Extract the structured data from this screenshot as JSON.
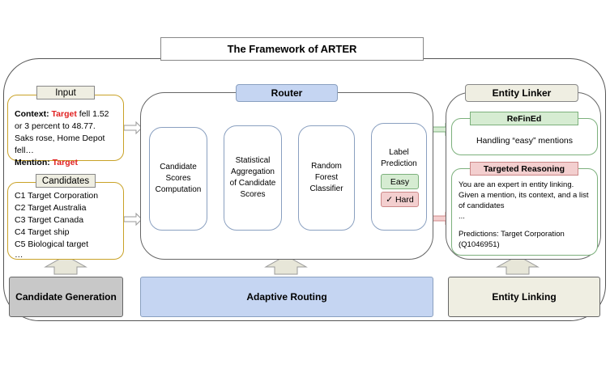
{
  "title": "The Framework of ARTER",
  "input": {
    "header": "Input",
    "context_label": "Context:",
    "context_target": "Target",
    "context_text": " fell 1.52 or 3 percent to 48.77. Saks rose, Home Depot fell…",
    "mention_label": "Mention:",
    "mention_value": "Target"
  },
  "candidates": {
    "header": "Candidates",
    "items": [
      "C1 Target Corporation",
      "C2 Target Australia",
      "C3 Target Canada",
      "C4 Target ship",
      "C5 Biological target",
      "…"
    ]
  },
  "router": {
    "header": "Router",
    "step1": "Candidate Scores Computation",
    "step2": "Statistical Aggregation of Candidate Scores",
    "step3": "Random Forest Classifier",
    "step4": "Label Prediction",
    "easy": "Easy",
    "hard": "✓ Hard"
  },
  "linker": {
    "header": "Entity Linker",
    "refined_header": "ReFinEd",
    "refined_text": "Handling “easy” mentions",
    "targeted_header": "Targeted Reasoning",
    "targeted_text": "You are an expert in entity linking. Given a mention, its context, and a list of candidates",
    "targeted_ellipsis": "...",
    "predictions": "Predictions: Target Corporation (Q1046951)"
  },
  "bottom": {
    "candidate_generation": "Candidate Generation",
    "adaptive_routing": "Adaptive Routing",
    "entity_linking": "Entity Linking"
  },
  "colors": {
    "router_blue": "#c5d5f2",
    "gray": "#c8c8c8",
    "beige": "#efeee2",
    "refined_green": "#d6ecd2",
    "targeted_pink": "#f3cfcf",
    "accent_red": "#e02020"
  }
}
